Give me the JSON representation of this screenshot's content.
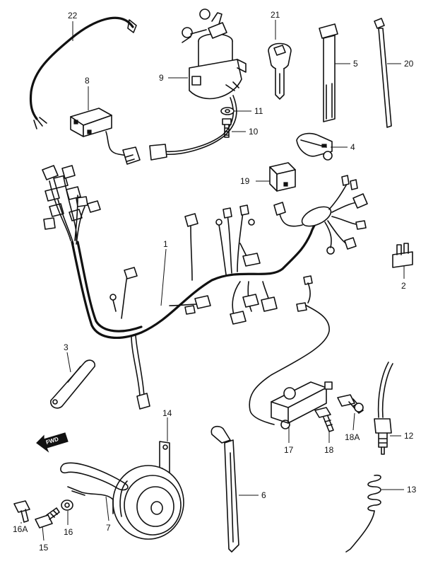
{
  "fwd_label": "FWD",
  "callouts": [
    {
      "id": "1",
      "text": "1"
    },
    {
      "id": "2",
      "text": "2"
    },
    {
      "id": "3",
      "text": "3"
    },
    {
      "id": "4",
      "text": "4"
    },
    {
      "id": "5",
      "text": "5"
    },
    {
      "id": "6",
      "text": "6"
    },
    {
      "id": "7",
      "text": "7"
    },
    {
      "id": "8",
      "text": "8"
    },
    {
      "id": "9",
      "text": "9"
    },
    {
      "id": "10",
      "text": "10"
    },
    {
      "id": "11",
      "text": "11"
    },
    {
      "id": "12",
      "text": "12"
    },
    {
      "id": "13",
      "text": "13"
    },
    {
      "id": "14",
      "text": "14"
    },
    {
      "id": "15",
      "text": "15"
    },
    {
      "id": "16",
      "text": "16"
    },
    {
      "id": "16A",
      "text": "16A"
    },
    {
      "id": "17",
      "text": "17"
    },
    {
      "id": "18",
      "text": "18"
    },
    {
      "id": "18A",
      "text": "18A"
    },
    {
      "id": "19",
      "text": "19"
    },
    {
      "id": "20",
      "text": "20"
    },
    {
      "id": "21",
      "text": "21"
    },
    {
      "id": "22",
      "text": "22"
    }
  ]
}
